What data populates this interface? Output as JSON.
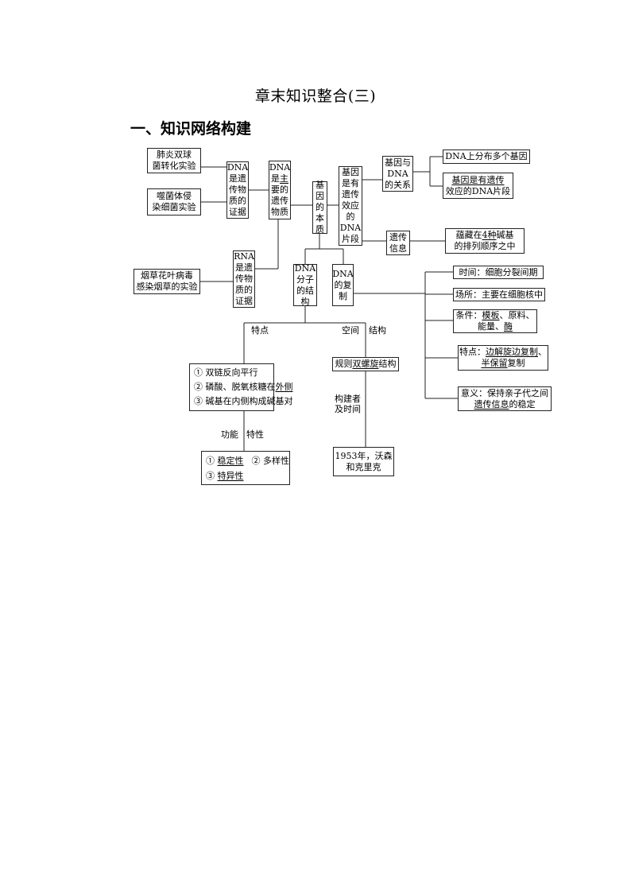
{
  "title": "章末知识整合(三)",
  "section_heading": "一、知识网络构建",
  "nodes": {
    "pneumococcus": "肺炎双球\n菌转化实验",
    "phage": "噬菌体侵\n染细菌实验",
    "dna_evidence": "DNA\n是遗\n传物\n质的\n证据",
    "dna_main": {
      "a": "DNA\n是",
      "u": "主",
      "b": "\n要的\n遗传\n物质"
    },
    "gene_essence": "基\n因\n的\n本\n质",
    "gene_def": "基因\n是有\n遗传\n效应\n的\nDNA\n片段",
    "gene_dna_rel": "基因与\nDNA\n的关系",
    "many_genes": "DNA上分布多个基因",
    "gene_is_segment": {
      "u": "基因是有遗传",
      "b": "\n效应的DNA片段"
    },
    "genetic_info": "遗传\n信息",
    "base_order": {
      "a": "蕴藏在",
      "u": "4种",
      "b": "碱基\n的排列顺序之中"
    },
    "tmv": "烟草花叶病毒\n感染烟草的实验",
    "rna_evidence": "RNA\n是遗\n传物\n质的\n证据",
    "dna_structure": "DNA\n分子\n的结\n构",
    "dna_replication": "DNA\n的复\n制",
    "rep_time": "时间：细胞分裂间期",
    "rep_place": "场所：主要在细胞核中",
    "rep_conditions": {
      "a": "条件：",
      "u1": "模板",
      "b": "、原料、",
      "c": "能量、",
      "u2": "酶"
    },
    "rep_features": {
      "a": "特点：",
      "u1": "边解旋边复制",
      "b": "、",
      "u2": "半保留",
      "c": "复制"
    },
    "rep_meaning": {
      "a": "意义：保持亲子代之间",
      "u": "遗传信息",
      "b": "的稳定"
    },
    "features_list": {
      "l1": "① 双链反向平行",
      "l2a": "② 磷酸、脱氧核糖在",
      "l2u": "外侧",
      "l3": "③ 碱基在内侧构成碱基对"
    },
    "double_helix": {
      "a": "规则",
      "u": "双螺旋",
      "b": "结构"
    },
    "discoverers": "1953年，沃森\n和克里克",
    "properties": {
      "l1a": "① ",
      "l1u": "稳定性",
      "l1b": "②  多样性",
      "l2a": "③ ",
      "l2u": "特异性"
    }
  },
  "labels": {
    "tedian": "特点",
    "kongjian": "空间",
    "jiegou": "结构",
    "builder_time": "构建者\n及时间",
    "gongneng": "功能",
    "texing": "特性"
  }
}
